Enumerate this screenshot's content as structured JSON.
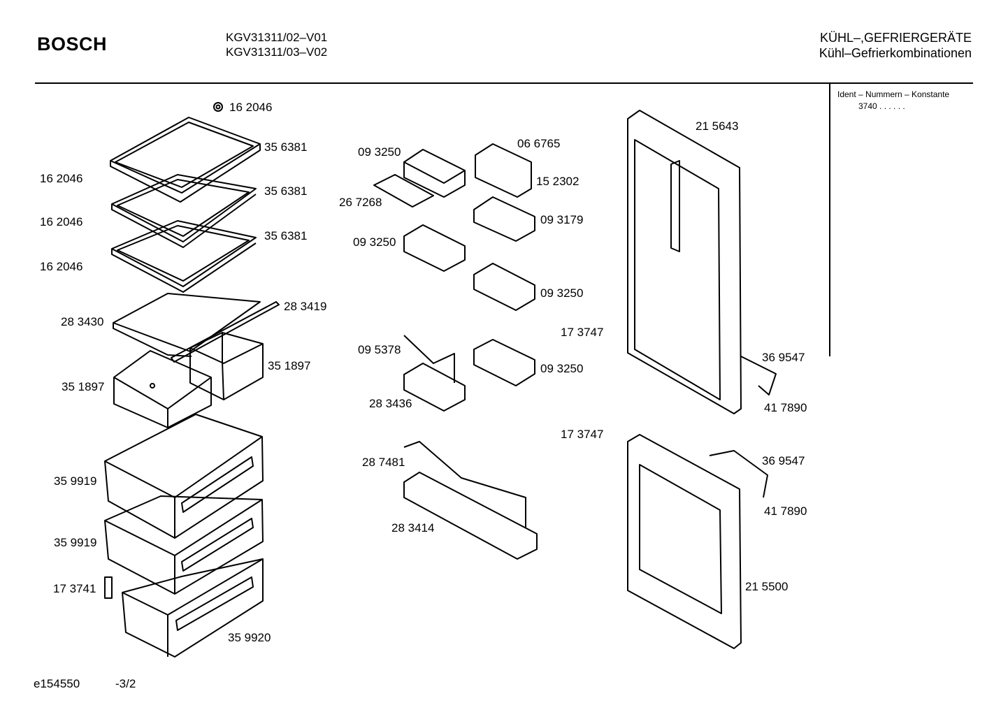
{
  "header": {
    "brand": "BOSCH",
    "models": [
      "KGV31311/02–V01",
      "KGV31311/03–V02"
    ],
    "category": "KÜHL–,GEFRIERGERÄTE",
    "subcategory": "Kühl–Gefrierkombinationen"
  },
  "ident": {
    "title": "Ident – Nummern – Konstante",
    "value": "3740  .   .    .  .  .  ."
  },
  "footer": {
    "drawing_id": "e154550",
    "page": "-3/2"
  },
  "parts": {
    "p_162046_top": "16 2046",
    "p_356381_a": "35 6381",
    "p_162046_a": "16 2046",
    "p_356381_b": "35 6381",
    "p_162046_b": "16 2046",
    "p_356381_c": "35 6381",
    "p_162046_c": "16 2046",
    "p_283419": "28 3419",
    "p_283430": "28 3430",
    "p_351897_r": "35 1897",
    "p_351897_l": "35 1897",
    "p_359919_a": "35 9919",
    "p_359919_b": "35 9919",
    "p_173741": "17 3741",
    "p_359920": "35 9920",
    "p_093250_a": "09 3250",
    "p_066765": "06 6765",
    "p_152302": "15 2302",
    "p_267268": "26 7268",
    "p_093179": "09 3179",
    "p_093250_b": "09 3250",
    "p_093250_c": "09 3250",
    "p_095378": "09 5378",
    "p_093250_d": "09 3250",
    "p_283436": "28 3436",
    "p_287481": "28 7481",
    "p_283414": "28 3414",
    "p_215643": "21 5643",
    "p_173747_a": "17 3747",
    "p_369547_a": "36 9547",
    "p_417890_a": "41 7890",
    "p_173747_b": "17 3747",
    "p_369547_b": "36 9547",
    "p_417890_b": "41 7890",
    "p_215500": "21 5500"
  }
}
